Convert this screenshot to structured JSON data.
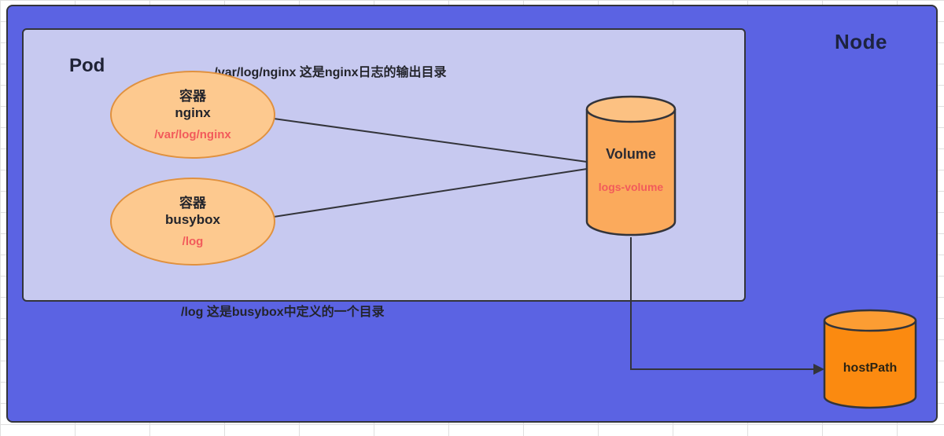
{
  "colors": {
    "node_fill": "#5b63e3",
    "pod_fill": "#c7c9f0",
    "container_fill": "#fdc98f",
    "container_border": "#e0913f",
    "volume_fill": "#fbaa5c",
    "hostpath_fill": "#fb8a10",
    "mount_text_red": "#f25b5b",
    "outline": "#33343a"
  },
  "node": {
    "label": "Node"
  },
  "pod": {
    "label": "Pod",
    "top_note": "/var/log/nginx 这是nginx日志的输出目录",
    "bottom_note": "/log 这是busybox中定义的一个目录",
    "containers": [
      {
        "type_label": "容器",
        "name": "nginx",
        "mount_path": "/var/log/nginx"
      },
      {
        "type_label": "容器",
        "name": "busybox",
        "mount_path": "/log"
      }
    ]
  },
  "volume": {
    "label": "Volume",
    "name": "logs-volume"
  },
  "hostpath": {
    "label": "hostPath"
  }
}
